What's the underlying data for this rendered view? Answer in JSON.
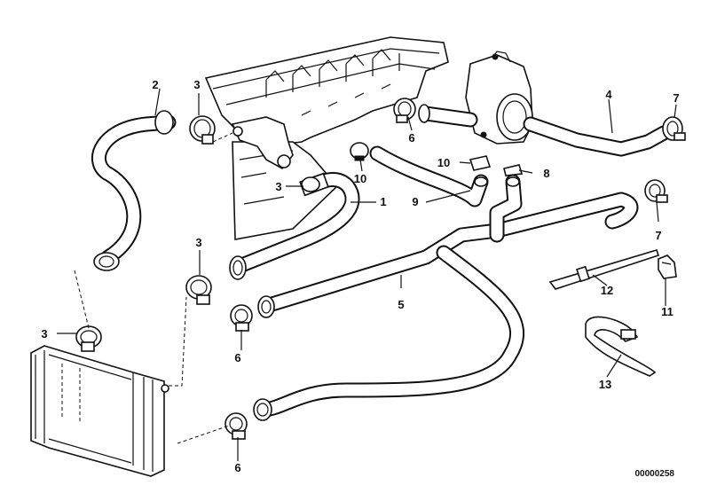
{
  "diagram": {
    "reference_number": "00000258",
    "callouts": [
      {
        "id": "c1",
        "label": "1"
      },
      {
        "id": "c2",
        "label": "2"
      },
      {
        "id": "c3a",
        "label": "3"
      },
      {
        "id": "c3b",
        "label": "3"
      },
      {
        "id": "c3c",
        "label": "3"
      },
      {
        "id": "c3d",
        "label": "3"
      },
      {
        "id": "c4",
        "label": "4"
      },
      {
        "id": "c5",
        "label": "5"
      },
      {
        "id": "c6a",
        "label": "6"
      },
      {
        "id": "c6b",
        "label": "6"
      },
      {
        "id": "c6c",
        "label": "6"
      },
      {
        "id": "c7a",
        "label": "7"
      },
      {
        "id": "c7b",
        "label": "7"
      },
      {
        "id": "c8",
        "label": "8"
      },
      {
        "id": "c9",
        "label": "9"
      },
      {
        "id": "c10a",
        "label": "10"
      },
      {
        "id": "c10b",
        "label": "10"
      },
      {
        "id": "c11",
        "label": "11"
      },
      {
        "id": "c12",
        "label": "12"
      },
      {
        "id": "c13",
        "label": "13"
      }
    ]
  }
}
